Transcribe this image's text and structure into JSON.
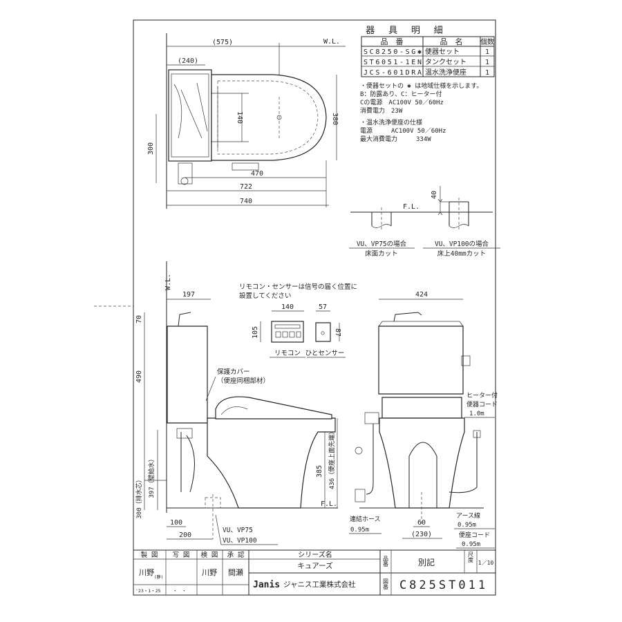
{
  "parts_table": {
    "title": "器 具 明 細",
    "headers": [
      "品　番",
      "品　名",
      "個数"
    ],
    "rows": [
      {
        "code": "SC8250-SG✱",
        "name": "便器セット",
        "qty": "1"
      },
      {
        "code": "ST6051-1EN",
        "name": "タンクセット",
        "qty": "1"
      },
      {
        "code": "JCS-601DRA",
        "name": "温水洗浄便座",
        "qty": "1"
      }
    ]
  },
  "notes": {
    "toilet_lines": [
      "・便器セットの ✱ は地域仕様を示します。",
      " B：防露あり、C：ヒーター付",
      " Cの電源　AC100V 50／60Hz",
      " 消費電力　23W"
    ],
    "seat_lines": [
      "・温水洗浄便座の仕様",
      " 電源　　　AC100V 50／60Hz",
      " 最大消費電力　　　334W"
    ]
  },
  "floor_detail": {
    "fl_label": "F.L.",
    "dim_40": "40",
    "left_caption": "VU、VP75の場合",
    "left_sub": "床面カット",
    "right_caption": "VU、VP100の場合",
    "right_sub": "床上40mmカット"
  },
  "plan_view": {
    "wl": "W.L.",
    "dim_575": "(575)",
    "dim_240": "(240)",
    "dim_140": "140",
    "dim_300": "300",
    "dim_380": "380",
    "dim_470": "470",
    "dim_722": "722",
    "dim_740": "740"
  },
  "side_view": {
    "wl": "W.L.",
    "dim_197": "197",
    "dim_70": "70",
    "dim_490": "490",
    "dim_397": "397（壁給水）",
    "dim_300": "300（排水芯）",
    "dim_385": "385",
    "dim_436": "436（便座上面先端）",
    "dim_100": "100",
    "dim_200": "200",
    "fl": "F.L.",
    "cover_label": "保護カバー",
    "cover_sub": "（便座同梱部材）",
    "vu75": "VU、VP75",
    "vu100": "VU、VP100"
  },
  "remote": {
    "note1": "リモコン・センサーは信号の届く位置に",
    "note2": "設置してください",
    "dim_140": "140",
    "dim_57": "57",
    "dim_105": "105",
    "dim_87": "87",
    "remote_label": "リモコン",
    "sensor_label": "ひとセンサー"
  },
  "front_view": {
    "dim_424": "424",
    "heater_cord": "ヒーター付",
    "heater_cord2": "便器コード",
    "heater_len": "1.0m",
    "hose": "連結ホース",
    "hose_len": "0.95m",
    "dim_60": "60",
    "dim_230": "(230)",
    "earth": "アース線",
    "earth_len": "0.95m",
    "seat_cord": "便座コード",
    "seat_cord_len": "0.95m"
  },
  "title_block": {
    "h_make": "製 図",
    "h_copy": "写 図",
    "h_check": "検 図",
    "h_approve": "承 認",
    "maker": "川野",
    "maker_mark": "(静)",
    "checker": "川野",
    "approver": "間瀬",
    "date": "'23・1・25",
    "date_blank": "・　・",
    "series_label": "シリーズ名",
    "series": "キュアーズ",
    "hin_label": "品番",
    "hin_value": "別記",
    "scale_label": "尺度",
    "scale_value": "1／10",
    "zu_label": "図番",
    "drawing_no": "C825ST011",
    "brand": "Janis",
    "company": "ジャニス工業株式会社"
  }
}
